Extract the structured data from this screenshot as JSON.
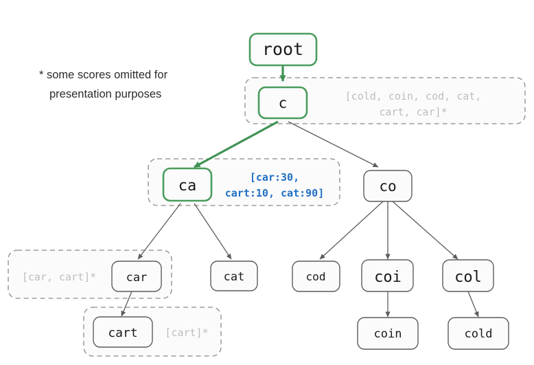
{
  "diagram": {
    "title_note": {
      "line1": "* some scores omitted for",
      "line2": "presentation purposes"
    },
    "colors": {
      "highlight_green": "#4a9c5d",
      "edge_gray": "#5c5c5c",
      "bracket_gray": "#bdbdbd",
      "bracket_blue": "#1f6fc4",
      "node_fill": "#fbfbfb",
      "background": "#ffffff"
    },
    "nodes": {
      "root": "root",
      "c": "c",
      "ca": "ca",
      "co": "co",
      "car": "car",
      "cat": "cat",
      "cart": "cart",
      "cod": "cod",
      "coi": "coi",
      "col": "col",
      "coin": "coin",
      "cold": "cold"
    },
    "annotations": {
      "c_list_line1": "[cold, coin, cod, cat,",
      "c_list_line2": "cart, car]*",
      "ca_list_line1": "[car:30,",
      "ca_list_line2": "cart:10, cat:90]",
      "car_list": "[car, cart]*",
      "cart_list": "[cart]*"
    },
    "edges": [
      {
        "from": "root",
        "to": "c",
        "style": "green"
      },
      {
        "from": "c",
        "to": "ca",
        "style": "green"
      },
      {
        "from": "c",
        "to": "co",
        "style": "gray"
      },
      {
        "from": "ca",
        "to": "car",
        "style": "gray"
      },
      {
        "from": "ca",
        "to": "cat",
        "style": "gray"
      },
      {
        "from": "car",
        "to": "cart",
        "style": "gray"
      },
      {
        "from": "co",
        "to": "cod",
        "style": "gray"
      },
      {
        "from": "co",
        "to": "coi",
        "style": "gray"
      },
      {
        "from": "co",
        "to": "col",
        "style": "gray"
      },
      {
        "from": "coi",
        "to": "coin",
        "style": "gray"
      },
      {
        "from": "col",
        "to": "cold",
        "style": "gray"
      }
    ]
  }
}
